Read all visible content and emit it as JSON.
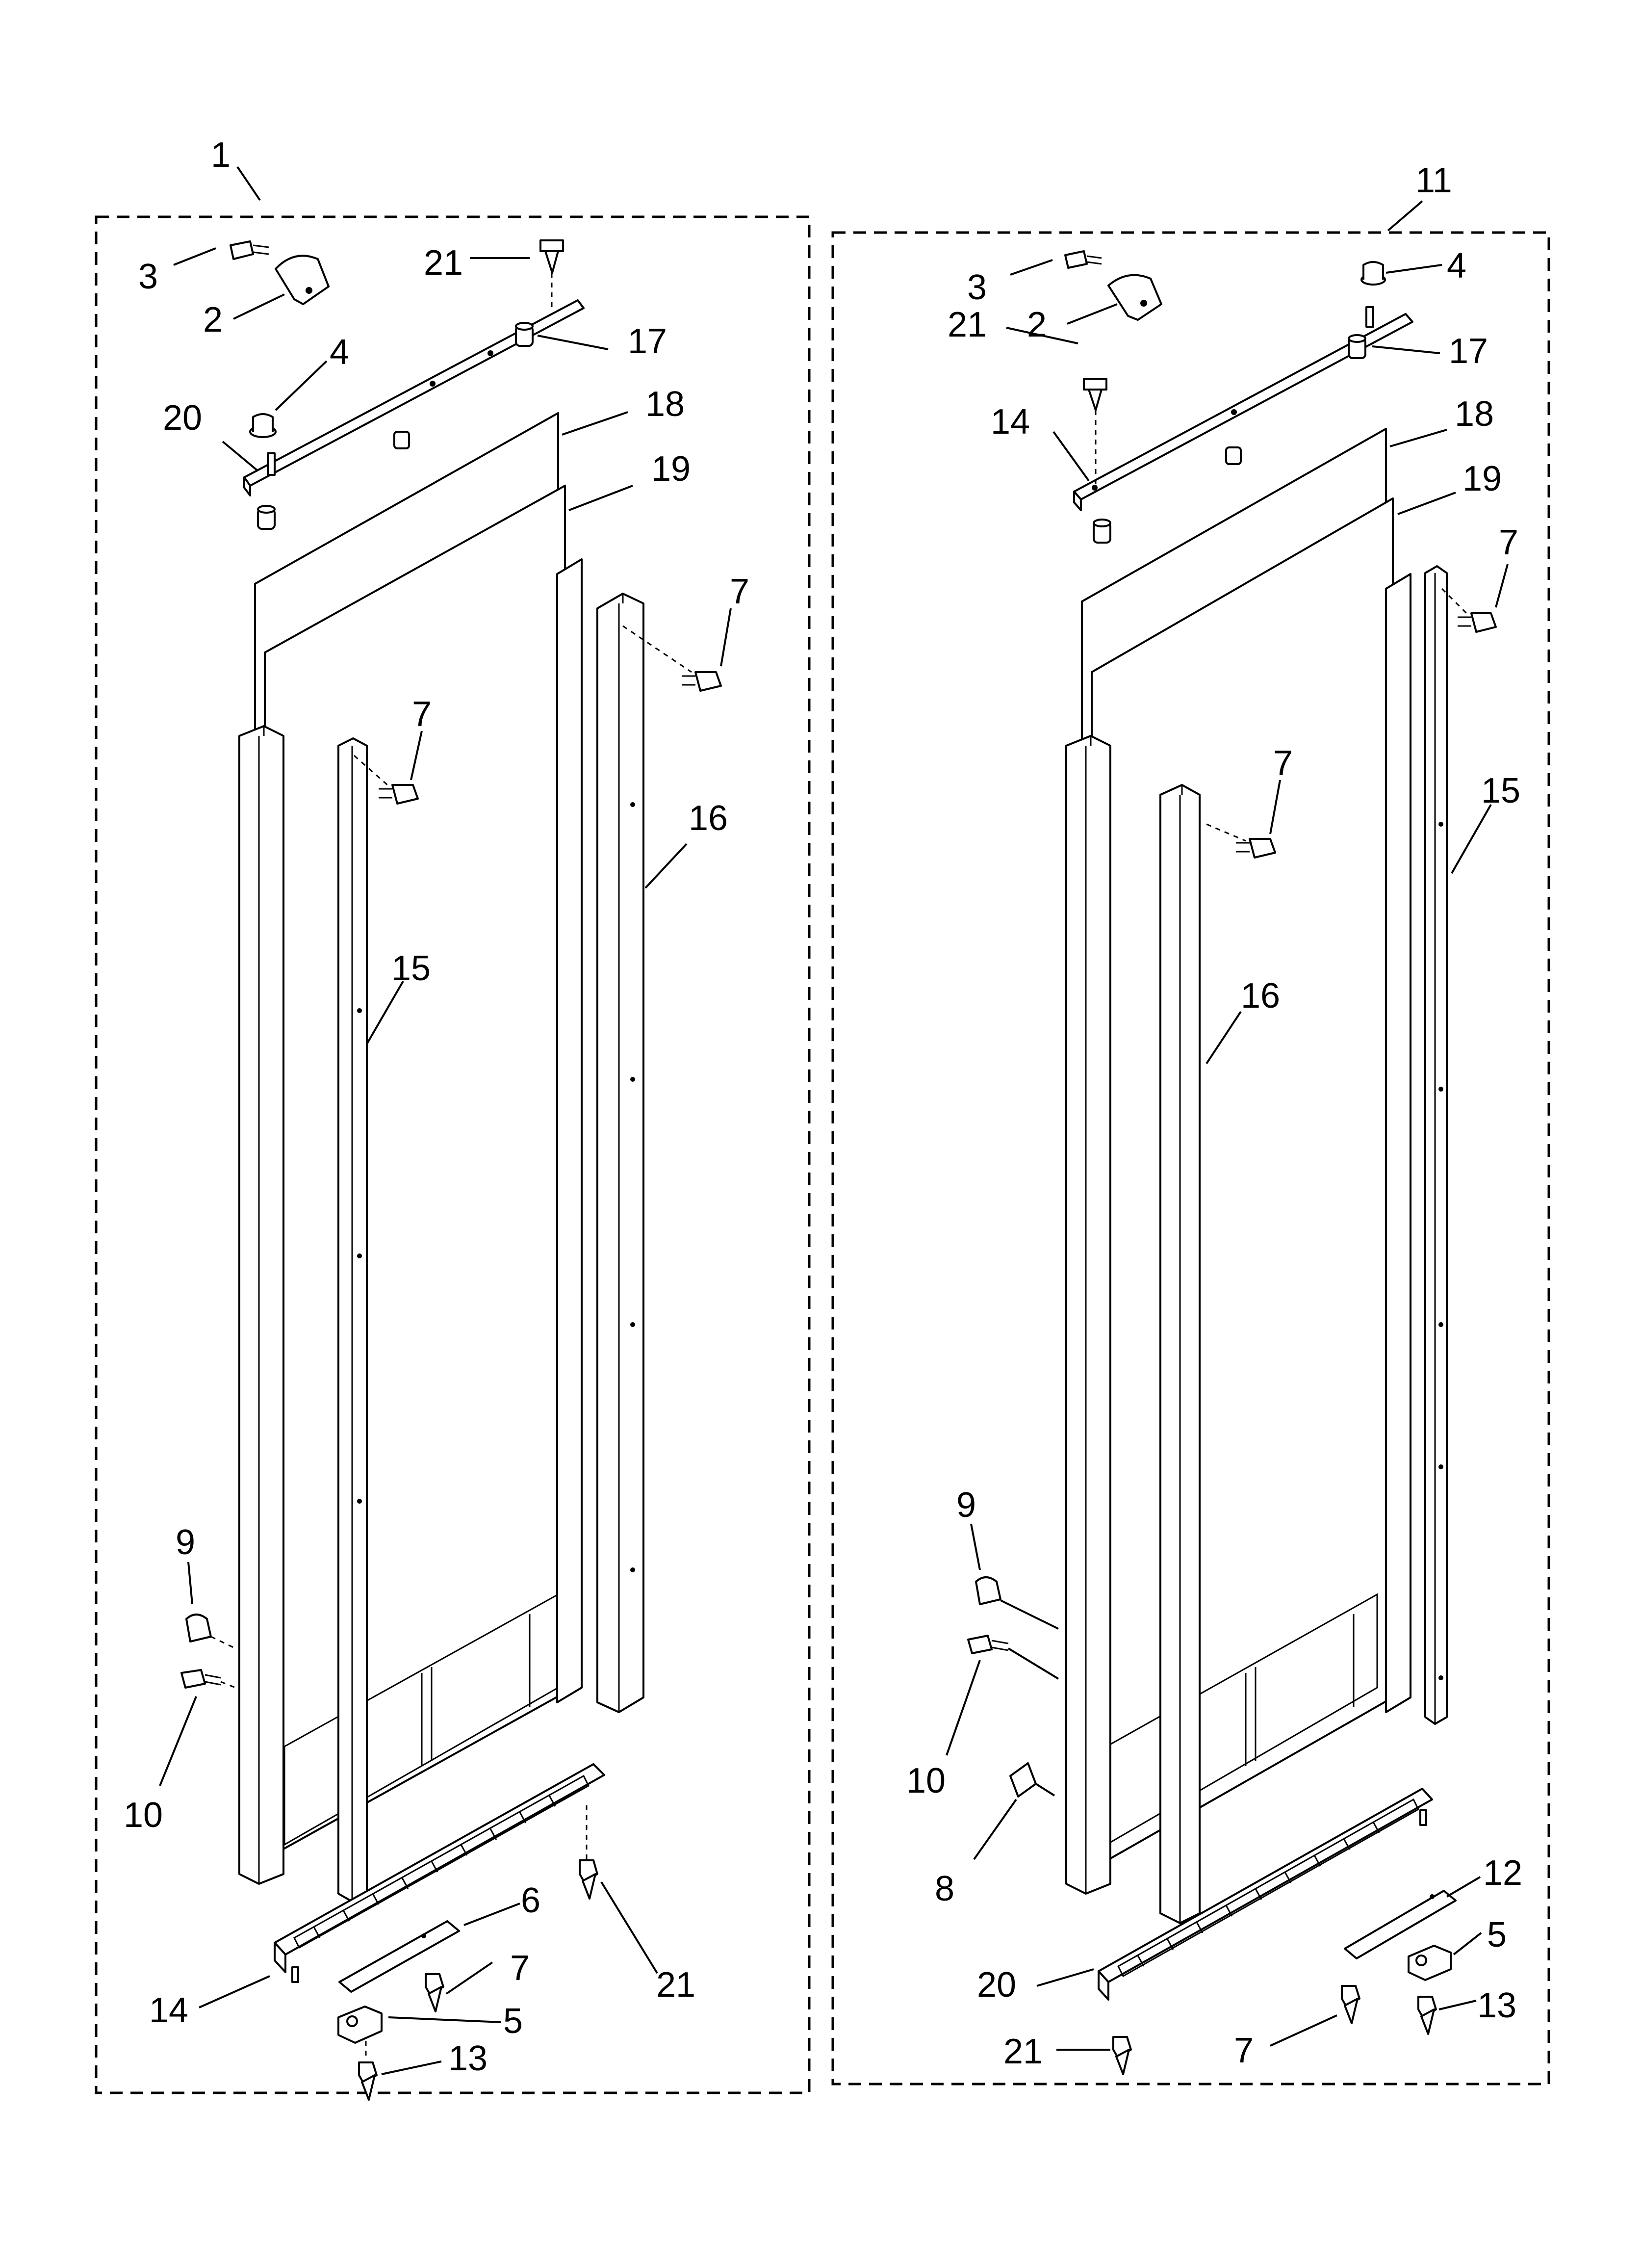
{
  "assemblies": [
    {
      "name": "left-door-assembly",
      "callouts": [
        {
          "id": "c1",
          "text": "1"
        },
        {
          "id": "c3",
          "text": "3"
        },
        {
          "id": "c2",
          "text": "2"
        },
        {
          "id": "c21a",
          "text": "21"
        },
        {
          "id": "c4",
          "text": "4"
        },
        {
          "id": "c20",
          "text": "20"
        },
        {
          "id": "c17",
          "text": "17"
        },
        {
          "id": "c18",
          "text": "18"
        },
        {
          "id": "c19",
          "text": "19"
        },
        {
          "id": "c7a",
          "text": "7"
        },
        {
          "id": "c7b",
          "text": "7"
        },
        {
          "id": "c16",
          "text": "16"
        },
        {
          "id": "c15",
          "text": "15"
        },
        {
          "id": "c9",
          "text": "9"
        },
        {
          "id": "c10",
          "text": "10"
        },
        {
          "id": "c6",
          "text": "6"
        },
        {
          "id": "c21b",
          "text": "21"
        },
        {
          "id": "c7c",
          "text": "7"
        },
        {
          "id": "c14",
          "text": "14"
        },
        {
          "id": "c5",
          "text": "5"
        },
        {
          "id": "c13",
          "text": "13"
        }
      ]
    },
    {
      "name": "right-door-assembly",
      "callouts": [
        {
          "id": "c11",
          "text": "11"
        },
        {
          "id": "c3",
          "text": "3"
        },
        {
          "id": "c4",
          "text": "4"
        },
        {
          "id": "c2",
          "text": "2"
        },
        {
          "id": "c21a",
          "text": "21"
        },
        {
          "id": "c17",
          "text": "17"
        },
        {
          "id": "c14",
          "text": "14"
        },
        {
          "id": "c18",
          "text": "18"
        },
        {
          "id": "c19",
          "text": "19"
        },
        {
          "id": "c7a",
          "text": "7"
        },
        {
          "id": "c7b",
          "text": "7"
        },
        {
          "id": "c15",
          "text": "15"
        },
        {
          "id": "c16",
          "text": "16"
        },
        {
          "id": "c9",
          "text": "9"
        },
        {
          "id": "c10",
          "text": "10"
        },
        {
          "id": "c8",
          "text": "8"
        },
        {
          "id": "c12",
          "text": "12"
        },
        {
          "id": "c5",
          "text": "5"
        },
        {
          "id": "c20",
          "text": "20"
        },
        {
          "id": "c13",
          "text": "13"
        },
        {
          "id": "c21b",
          "text": "21"
        },
        {
          "id": "c7c",
          "text": "7"
        }
      ]
    }
  ]
}
